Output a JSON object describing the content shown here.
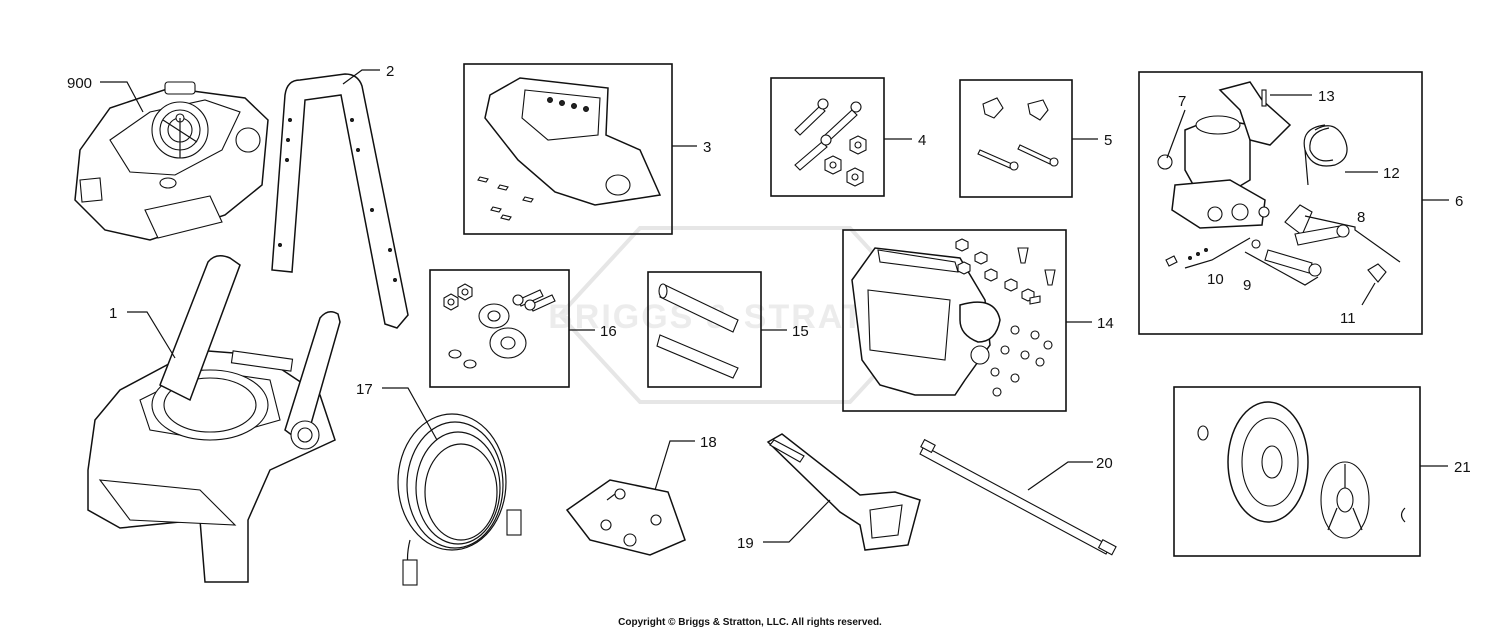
{
  "watermark": "BRIGGS & STRATTON",
  "copyright": "Copyright © Briggs & Stratton, LLC. All rights reserved.",
  "callouts": [
    {
      "id": "c1",
      "text": "1"
    },
    {
      "id": "c2",
      "text": "2"
    },
    {
      "id": "c3",
      "text": "3"
    },
    {
      "id": "c4",
      "text": "4"
    },
    {
      "id": "c5",
      "text": "5"
    },
    {
      "id": "c6",
      "text": "6"
    },
    {
      "id": "c7",
      "text": "7"
    },
    {
      "id": "c8",
      "text": "8"
    },
    {
      "id": "c9",
      "text": "9"
    },
    {
      "id": "c10",
      "text": "10"
    },
    {
      "id": "c11",
      "text": "11"
    },
    {
      "id": "c12",
      "text": "12"
    },
    {
      "id": "c13",
      "text": "13"
    },
    {
      "id": "c14",
      "text": "14"
    },
    {
      "id": "c15",
      "text": "15"
    },
    {
      "id": "c16",
      "text": "16"
    },
    {
      "id": "c17",
      "text": "17"
    },
    {
      "id": "c18",
      "text": "18"
    },
    {
      "id": "c19",
      "text": "19"
    },
    {
      "id": "c20",
      "text": "20"
    },
    {
      "id": "c21",
      "text": "21"
    },
    {
      "id": "c900",
      "text": "900"
    }
  ]
}
